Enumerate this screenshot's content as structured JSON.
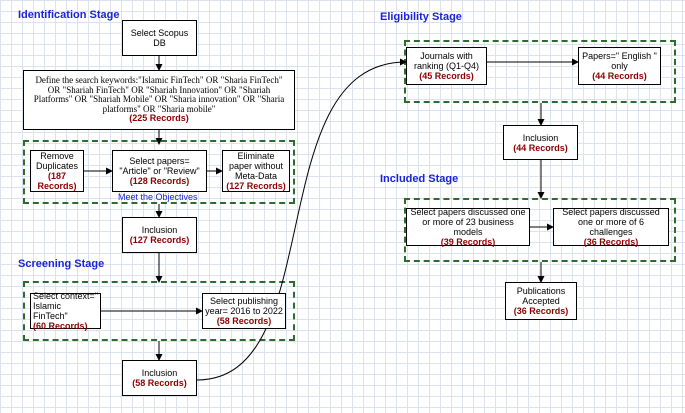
{
  "stages": {
    "identification": "Identification Stage",
    "screening": "Screening Stage",
    "eligibility": "Eligibility Stage",
    "included": "Included Stage"
  },
  "boxes": {
    "select_db": {
      "label": "Select Scopus DB",
      "records": ""
    },
    "search_keywords": {
      "label": "Define the search keywords:\"Islamic FinTech\" OR \"Sharia FinTech\" OR \"Shariah FinTech\" OR \"Shariah Innovation\" OR \"Shariah Platforms\" OR \"Shariah Mobile\" OR \"Sharia innovation\" OR \"Sharia platforms\" OR \"Sharia mobile\"",
      "records": "(225 Records)"
    },
    "remove_duplicates": {
      "label": "Remove Duplicates",
      "records": "(187 Records)"
    },
    "select_papers_type": {
      "label": "Select papers= \"Article\" or \"Review\"",
      "records": "(128 Records)"
    },
    "eliminate_metadata": {
      "label": "Eliminate paper without Meta-Data",
      "records": "(127 Records)"
    },
    "inclusion_1": {
      "label": "Inclusion",
      "records": "(127 Records)"
    },
    "select_context": {
      "label": "Select context=\" Islamic FinTech\"",
      "records": "(60 Records)"
    },
    "select_year": {
      "label": "Select publishing year= 2016 to 2022",
      "records": "(58 Records)"
    },
    "inclusion_2": {
      "label": "Inclusion",
      "records": "(58 Records)"
    },
    "journals_ranking": {
      "label": "Journals with ranking (Q1-Q4)",
      "records": "(45 Records)"
    },
    "papers_english": {
      "label": "Papers=\" English \" only",
      "records": "(44 Records)"
    },
    "inclusion_3": {
      "label": "Inclusion",
      "records": "(44 Records)"
    },
    "business_models": {
      "label": "Select papers discussed one or more of 23 business models",
      "records": "(39 Records)"
    },
    "challenges": {
      "label": "Select papers discussed one or more of 6 challenges",
      "records": "(36 Records)"
    },
    "publications_accepted": {
      "label": "Publications Accepted",
      "records": "(36 Records)"
    }
  },
  "notes": {
    "meet_objectives": "Meet the Objectives"
  },
  "colors": {
    "stage_title": "#1a24d6",
    "records": "#8b0000",
    "group_border": "#2e6b2e",
    "grid": "#dde3ec"
  }
}
